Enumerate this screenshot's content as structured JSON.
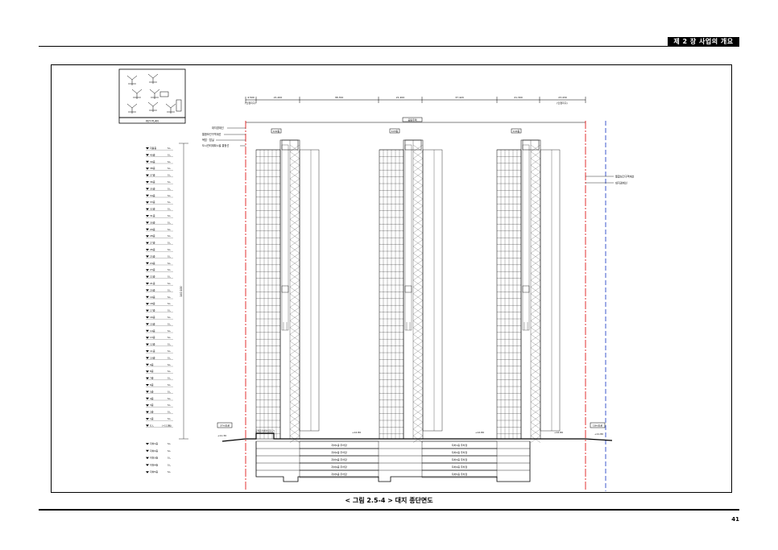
{
  "header": {
    "chapter": "제 2 장  사업의 개요"
  },
  "drawing": {
    "key_plan_label": "KEY PLAN",
    "top_dims": [
      "4.500",
      "21.200",
      "38.700",
      "21.200",
      "37.420",
      "21.300",
      "23.430"
    ],
    "top_dim_notes": [
      "(인접지구)",
      "(인접지구)"
    ],
    "overall_label": "공동주택",
    "tower_labels": [
      "102동",
      "103동",
      "104동"
    ],
    "left_notes": [
      "대지경계선",
      "통합보건구역계선",
      "옥탑 · 탑실",
      "도시관리계획시설 결정선"
    ],
    "right_notes": [
      "통합보건구역계선",
      "대지경계선"
    ],
    "floor_labels": [
      "지붕층",
      "40층",
      "39층",
      "38층",
      "37층",
      "36층",
      "35층",
      "34층",
      "33층",
      "32층",
      "31층",
      "30층",
      "29층",
      "28층",
      "27층",
      "26층",
      "25층",
      "24층",
      "23층",
      "22층",
      "21층",
      "20층",
      "19층",
      "18층",
      "17층",
      "16층",
      "15층",
      "14층",
      "13층",
      "12층",
      "11층",
      "10층",
      "9층",
      "8층",
      "7층",
      "6층",
      "5층",
      "4층",
      "3층",
      "2층",
      "1층",
      "G.L"
    ],
    "basement_labels": [
      "지하1층",
      "지하2층",
      "지하3층",
      "지하4층",
      "지하5층"
    ],
    "floor_unit": "S.L",
    "total_height": "140.100",
    "gl_value": "(+11.30)",
    "left_road": "37m도로",
    "right_road": "18m도로",
    "ground_elev": [
      "+11.30",
      "+12.80",
      "+12.80",
      "+12.80",
      "+11.80"
    ],
    "mid_label": "공개공지(지하공동구)",
    "parking_rows": [
      "지하1층 주차장",
      "지하2층 주차장",
      "지하3층 주차장",
      "지하4층 주차장",
      "지하5층 주차장"
    ]
  },
  "caption": "< 그림 2.5-4 >   대지 종단면도",
  "page_number": "41"
}
